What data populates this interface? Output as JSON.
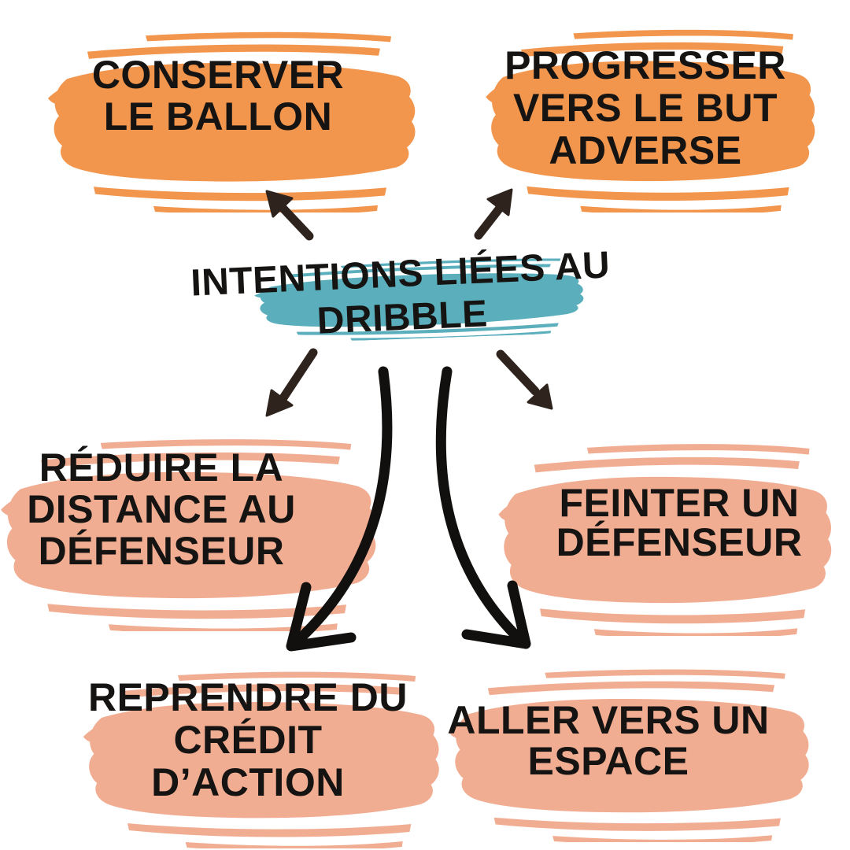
{
  "diagram": {
    "type": "mind-map",
    "language": "fr",
    "center": {
      "id": "intentions-liees-au-dribble",
      "lines": [
        "INTENTIONS LIÉES AU",
        "DRIBBLE"
      ],
      "full_text": "INTENTIONS LIÉES AU DRIBBLE",
      "highlight": "teal"
    },
    "nodes": [
      {
        "id": "conserver-le-ballon",
        "lines": [
          "CONSERVER",
          "LE BALLON"
        ],
        "full_text": "CONSERVER LE BALLON",
        "highlight": "orange",
        "position": "top-left"
      },
      {
        "id": "progresser-vers-le-but-adverse",
        "lines": [
          "PROGRESSER",
          "VERS LE BUT",
          "ADVERSE"
        ],
        "full_text": "PROGRESSER VERS LE BUT ADVERSE",
        "highlight": "orange",
        "position": "top-right"
      },
      {
        "id": "reduire-la-distance-au-defenseur",
        "lines": [
          "RÉDUIRE LA",
          "DISTANCE AU",
          "DÉFENSEUR"
        ],
        "full_text": "RÉDUIRE LA DISTANCE AU DÉFENSEUR",
        "highlight": "salmon",
        "position": "middle-left"
      },
      {
        "id": "feinter-un-defenseur",
        "lines": [
          "FEINTER UN",
          "DÉFENSEUR"
        ],
        "full_text": "FEINTER UN DÉFENSEUR",
        "highlight": "salmon",
        "position": "middle-right"
      },
      {
        "id": "reprendre-du-credit-daction",
        "lines": [
          "REPRENDRE DU",
          "CRÉDIT",
          "D’ACTION"
        ],
        "full_text": "REPRENDRE DU CRÉDIT D’ACTION",
        "highlight": "salmon",
        "position": "bottom-left"
      },
      {
        "id": "aller-vers-un-espace",
        "lines": [
          "ALLER VERS UN",
          "ESPACE"
        ],
        "full_text": "ALLER VERS UN ESPACE",
        "highlight": "salmon",
        "position": "bottom-right"
      }
    ],
    "connections": [
      {
        "from": "intentions-liees-au-dribble",
        "to": "conserver-le-ballon",
        "style": "short-straight-arrow"
      },
      {
        "from": "intentions-liees-au-dribble",
        "to": "progresser-vers-le-but-adverse",
        "style": "short-straight-arrow"
      },
      {
        "from": "intentions-liees-au-dribble",
        "to": "reduire-la-distance-au-defenseur",
        "style": "short-straight-arrow"
      },
      {
        "from": "intentions-liees-au-dribble",
        "to": "feinter-un-defenseur",
        "style": "short-straight-arrow"
      },
      {
        "from": "intentions-liees-au-dribble",
        "to": "reprendre-du-credit-daction",
        "style": "long-curved-arrow"
      },
      {
        "from": "intentions-liees-au-dribble",
        "to": "aller-vers-un-espace",
        "style": "long-curved-arrow"
      }
    ]
  },
  "colors": {
    "background": "#ffffff",
    "orange": "#f2954d",
    "salmon": "#f1ad92",
    "teal": "#5bafbd",
    "text": "#161412",
    "arrow-brown": "#2e231d",
    "arrow-black": "#12100e"
  }
}
